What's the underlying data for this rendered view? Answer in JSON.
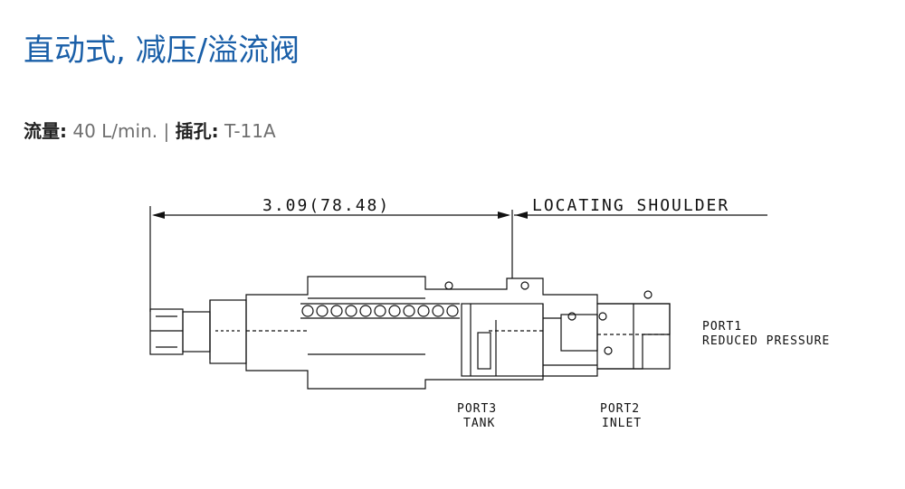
{
  "title": "直动式, 减压/溢流阀",
  "specs": {
    "flow_label": "流量:",
    "flow_value": "40 L/min.",
    "separator": "|",
    "cavity_label": "插孔:",
    "cavity_value": "T-11A"
  },
  "diagram": {
    "dimension": "3.09(78.48)",
    "locating_shoulder": "LOCATING SHOULDER",
    "port1_name": "PORT1",
    "port1_desc": "REDUCED PRESSURE",
    "port3_name": "PORT3",
    "port3_desc": "TANK",
    "port2_name": "PORT2",
    "port2_desc": "INLET"
  }
}
